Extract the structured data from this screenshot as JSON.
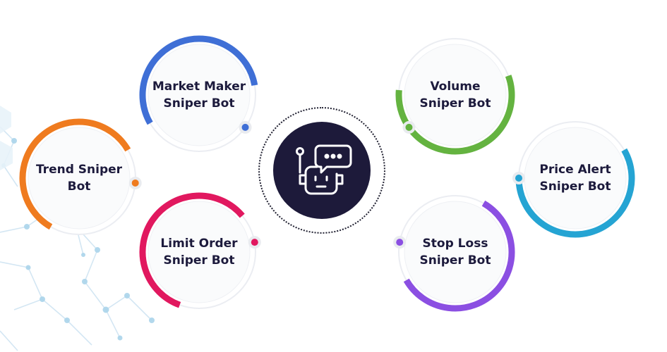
{
  "diagram": {
    "hub": {
      "icon": "robot-chat-icon",
      "color": "#1d1a3a"
    },
    "bots": [
      {
        "id": "market-maker",
        "label": "Market Maker\nSniper Bot",
        "accent": "#3f6fd6"
      },
      {
        "id": "trend",
        "label": "Trend Sniper\nBot",
        "accent": "#ef7b1f"
      },
      {
        "id": "limit-order",
        "label": "Limit Order\nSniper Bot",
        "accent": "#e1185f"
      },
      {
        "id": "volume",
        "label": "Volume\nSniper Bot",
        "accent": "#64b340"
      },
      {
        "id": "price-alert",
        "label": "Price Alert\nSniper Bot",
        "accent": "#25a4d3"
      },
      {
        "id": "stop-loss",
        "label": "Stop Loss\nSniper Bot",
        "accent": "#8b4fe2"
      }
    ]
  }
}
